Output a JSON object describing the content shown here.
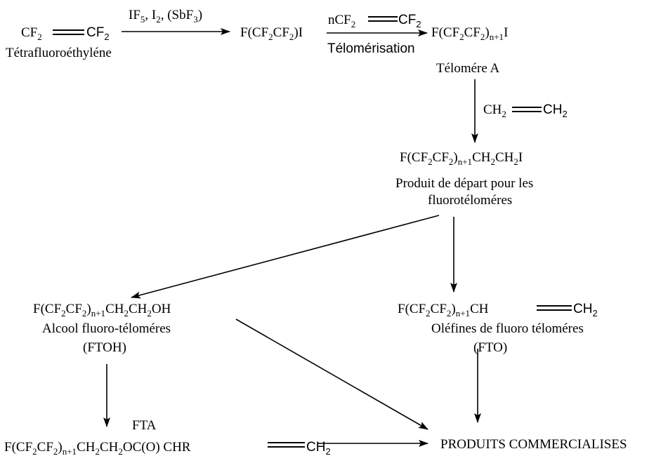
{
  "reaction1": {
    "left_part1": "CF",
    "left_sub1": "2",
    "left_part2": "CF",
    "left_sub2": "2",
    "reactant_name": "Tétrafluoroéthyléne",
    "reagent_a": "IF",
    "reagent_a_sub": "5",
    "reagent_b": ", I",
    "reagent_b_sub": "2",
    "reagent_c": ", (SbF",
    "reagent_c_sub": "3",
    "reagent_d": ")"
  },
  "intermediate1": {
    "p1": "F(CF",
    "s1": "2",
    "p2": "CF",
    "s2": "2",
    "p3": ")I"
  },
  "reaction2": {
    "reagent_p1": "nCF",
    "reagent_s1": "2",
    "reagent_p2": "CF",
    "reagent_s2": "2",
    "label": "Télomérisation"
  },
  "telomer": {
    "p1": "F(CF",
    "s1": "2",
    "p2": "CF",
    "s2": "2",
    "p3": ")",
    "s3": "n+1",
    "p4": "I",
    "name": "Télomére A"
  },
  "reaction3": {
    "p1": "CH",
    "s1": "2",
    "p2": "CH",
    "s2": "2"
  },
  "starting_product": {
    "p1": "F(CF",
    "s1": "2",
    "p2": "CF",
    "s2": "2",
    "p3": ")",
    "s3": "n+1",
    "p4": "CH",
    "s4": "2",
    "p5": "CH",
    "s5": "2",
    "p6": "I",
    "name_line1": "Produit de départ pour les",
    "name_line2": "fluorotéloméres"
  },
  "ftoh": {
    "p1": "F(CF",
    "s1": "2",
    "p2": "CF",
    "s2": "2",
    "p3": ")",
    "s3": "n+1",
    "p4": "CH",
    "s4": "2",
    "p5": "CH",
    "s5": "2",
    "p6": "OH",
    "name": "Alcool fluoro-téloméres",
    "abbr": "(FTOH)"
  },
  "fto": {
    "p1": "F(CF",
    "s1": "2",
    "p2": "CF",
    "s2": "2",
    "p3": ")",
    "s3": "n+1",
    "p4": "CH",
    "p5": "CH",
    "s5": "2",
    "name": "Oléfines de fluoro téloméres",
    "abbr": "(FTO)"
  },
  "fta": {
    "label": "FTA",
    "p1": "F(CF",
    "s1": "2",
    "p2": "CF",
    "s2": "2",
    "p3": ")",
    "s3": "n+1",
    "p4": "CH",
    "s4": "2",
    "p5": "CH",
    "s5": "2",
    "p6": "OC(O) CHR",
    "p7": "CH",
    "s7": "2"
  },
  "commercial": {
    "label": "PRODUITS COMMERCIALISES"
  }
}
